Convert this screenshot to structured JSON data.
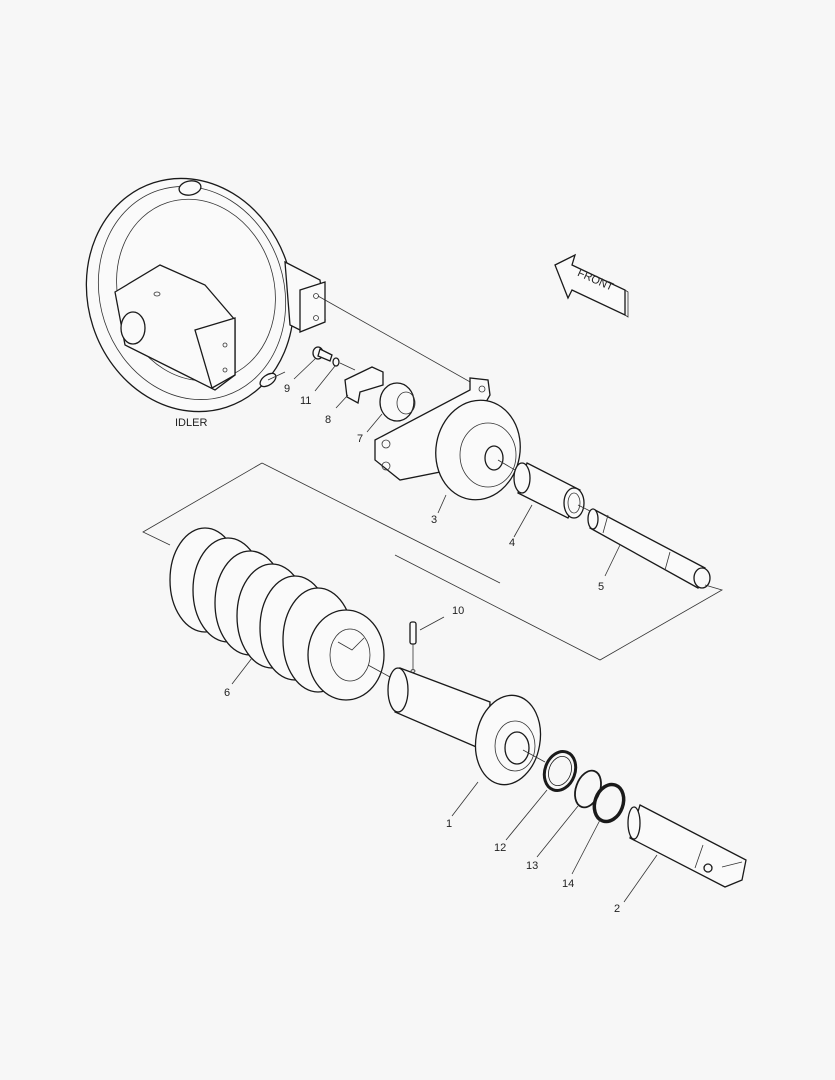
{
  "diagram": {
    "title_label": "IDLER",
    "direction_indicator": "FRONT",
    "background_color": "#f7f7f7",
    "line_color": "#1a1a1a",
    "callouts": [
      {
        "number": "1",
        "part": "cylinder-flange"
      },
      {
        "number": "2",
        "part": "rod-end"
      },
      {
        "number": "3",
        "part": "yoke-bracket"
      },
      {
        "number": "4",
        "part": "bushing"
      },
      {
        "number": "5",
        "part": "pin-shaft"
      },
      {
        "number": "6",
        "part": "recoil-spring"
      },
      {
        "number": "7",
        "part": "nut"
      },
      {
        "number": "8",
        "part": "plate-bracket"
      },
      {
        "number": "9",
        "part": "bolt"
      },
      {
        "number": "10",
        "part": "roll-pin"
      },
      {
        "number": "11",
        "part": "washer"
      },
      {
        "number": "12",
        "part": "seal"
      },
      {
        "number": "13",
        "part": "o-ring"
      },
      {
        "number": "14",
        "part": "seal-ring"
      }
    ]
  }
}
